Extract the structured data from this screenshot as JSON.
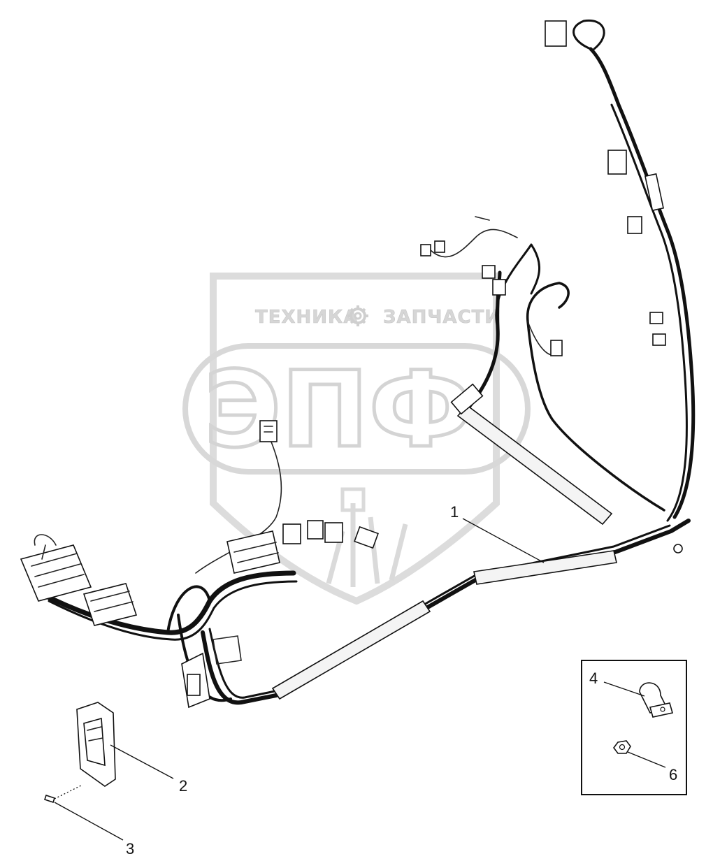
{
  "watermark": {
    "line1_left": "ТЕХНИКА",
    "line1_right": "ЗАПЧАСТИ",
    "logo": "ЭПФ",
    "gear_icon": "gear-icon"
  },
  "callouts": [
    {
      "id": "1",
      "label": "1"
    },
    {
      "id": "2",
      "label": "2"
    },
    {
      "id": "3",
      "label": "3"
    },
    {
      "id": "4",
      "label": "4"
    },
    {
      "id": "6",
      "label": "6"
    }
  ],
  "colors": {
    "line": "#111111",
    "watermark": "#d4d4d4",
    "background": "#ffffff"
  }
}
